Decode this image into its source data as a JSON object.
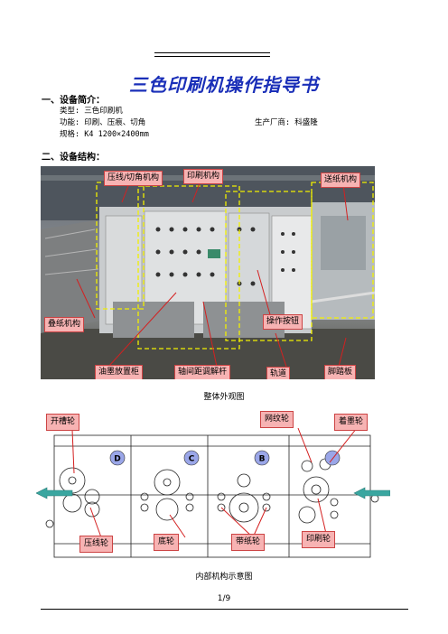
{
  "doc": {
    "title": "三色印刷机操作指导书",
    "section1": {
      "heading": "一、设备简介：",
      "type": "类型: 三色印刷机",
      "function": "功能: 印刷、压痕、切角",
      "maker": "生产厂商: 科盛隆",
      "spec": "规格: K4 1200×2400mm"
    },
    "section2": {
      "heading": "二、设备结构："
    },
    "photo_labels": {
      "crease_cut": "压线/切角机构",
      "printing": "印刷机构",
      "feeding": "送纸机构",
      "stacking": "叠纸机构",
      "buttons": "操作按钮",
      "ink_cabinet": "油墨放置柜",
      "shaft_lever": "轴间距调解杆",
      "track": "轨道",
      "pedal": "脚踏板"
    },
    "photo_caption": "整体外观图",
    "diagram_labels": {
      "slot_wheel": "开槽轮",
      "anilox_wheel": "网纹轮",
      "ink_wheel": "着墨轮",
      "crease_wheel": "压线轮",
      "base_wheel": "底轮",
      "feed_wheel": "带纸轮",
      "print_wheel": "印刷轮"
    },
    "units": [
      "D",
      "C",
      "B"
    ],
    "diagram_caption": "内部机构示意图",
    "page_number": "1/9"
  },
  "colors": {
    "title": "#1a2fb8",
    "label_fill": "#f7b3b3",
    "label_border": "#cc4444",
    "callout": "#d42020",
    "dashed": "#f2f000",
    "arrow": "#3aa6a0"
  }
}
